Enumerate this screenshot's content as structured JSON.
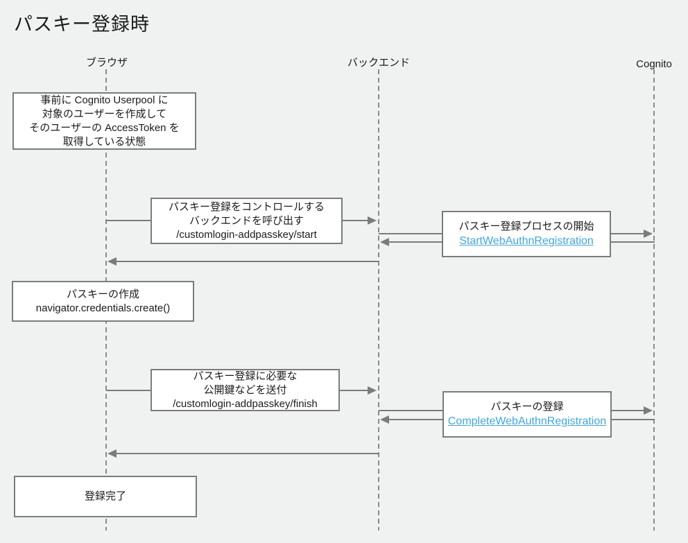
{
  "title": "パスキー登録時",
  "actors": {
    "browser": {
      "label": "ブラウザ"
    },
    "backend": {
      "label": "バックエンド"
    },
    "cognito": {
      "label": "Cognito"
    }
  },
  "notes": {
    "precondition": {
      "line1": "事前に Cognito Userpool に",
      "line2": "対象のユーザーを作成して",
      "line3": "そのユーザーの AccessToken を",
      "line4": "取得している状態"
    },
    "call_start": {
      "line1": "パスキー登録をコントロールする",
      "line2": "バックエンドを呼び出す",
      "line3": "/customlogin-addpasskey/start"
    },
    "start_process": {
      "line1": "パスキー登録プロセスの開始",
      "link_label": "StartWebAuthnRegistration"
    },
    "create_passkey": {
      "line1": "パスキーの作成",
      "line2": "navigator.credentials.create()"
    },
    "call_finish": {
      "line1": "パスキー登録に必要な",
      "line2": "公開鍵などを送付",
      "line3": "/customlogin-addpasskey/finish"
    },
    "register_passkey": {
      "line1": "パスキーの登録",
      "link_label": "CompleteWebAuthnRegistration"
    },
    "done": {
      "line1": "登録完了"
    }
  },
  "colors": {
    "background": "#f0f1f1",
    "box_fill": "#ffffff",
    "box_border": "#7b7b7b",
    "arrow": "#7b7b7b",
    "lifeline": "#8a8a8a",
    "text": "#1a1a1a",
    "link": "#42a6d9"
  }
}
